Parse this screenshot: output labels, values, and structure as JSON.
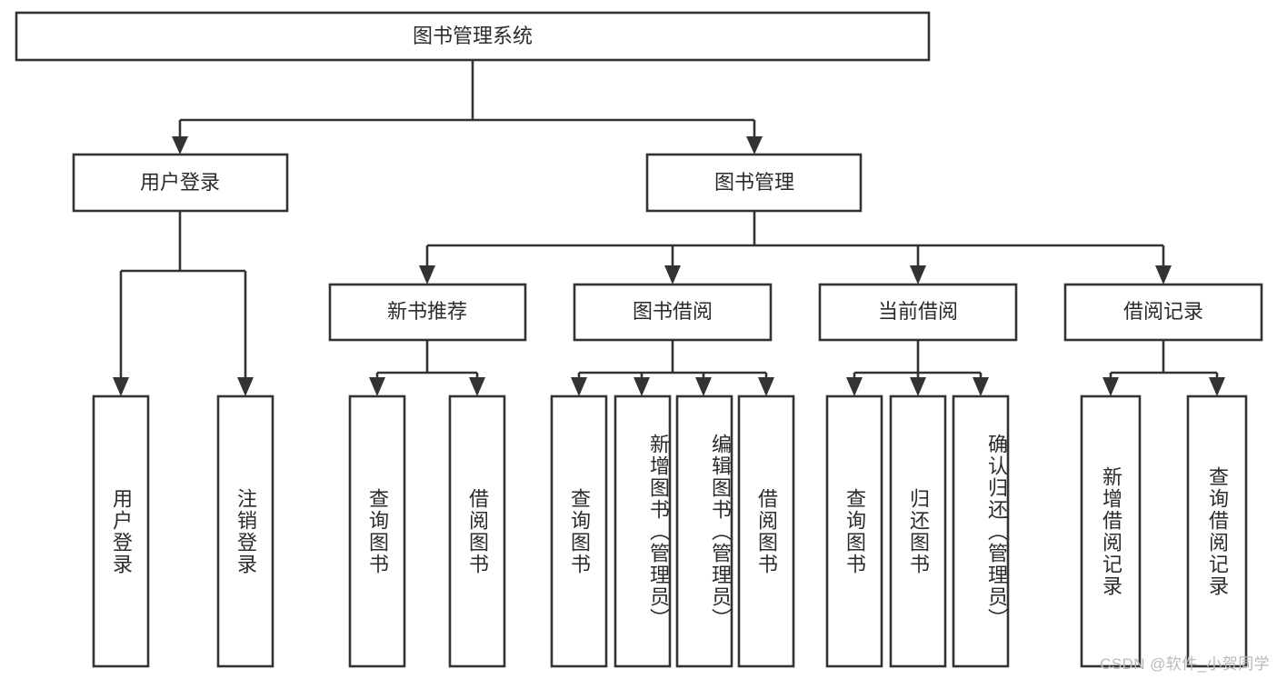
{
  "diagram": {
    "type": "tree-hierarchy",
    "title": "图书管理系统",
    "background_color": "#ffffff",
    "box_stroke_color": "#333333",
    "text_color": "#2b2b2b",
    "levels": 4,
    "root": {
      "label": "图书管理系统",
      "orientation": "horizontal"
    },
    "level2": [
      {
        "label": "用户登录",
        "orientation": "horizontal"
      },
      {
        "label": "图书管理",
        "orientation": "horizontal"
      }
    ],
    "level3": [
      {
        "label": "新书推荐",
        "orientation": "horizontal",
        "parent": "图书管理"
      },
      {
        "label": "图书借阅",
        "orientation": "horizontal",
        "parent": "图书管理"
      },
      {
        "label": "当前借阅",
        "orientation": "horizontal",
        "parent": "图书管理"
      },
      {
        "label": "借阅记录",
        "orientation": "horizontal",
        "parent": "图书管理"
      }
    ],
    "leaves": [
      {
        "label": "用户登录",
        "orientation": "vertical",
        "parent": "用户登录"
      },
      {
        "label": "注销登录",
        "orientation": "vertical",
        "parent": "用户登录"
      },
      {
        "label": "查询图书",
        "orientation": "vertical",
        "parent": "新书推荐"
      },
      {
        "label": "借阅图书",
        "orientation": "vertical",
        "parent": "新书推荐"
      },
      {
        "label": "查询图书",
        "orientation": "vertical",
        "parent": "图书借阅"
      },
      {
        "label": "新增图书（管理员）",
        "orientation": "vertical",
        "parent": "图书借阅"
      },
      {
        "label": "编辑图书（管理员）",
        "orientation": "vertical",
        "parent": "图书借阅"
      },
      {
        "label": "借阅图书",
        "orientation": "vertical",
        "parent": "图书借阅"
      },
      {
        "label": "查询图书",
        "orientation": "vertical",
        "parent": "当前借阅"
      },
      {
        "label": "归还图书",
        "orientation": "vertical",
        "parent": "当前借阅"
      },
      {
        "label": "确认归还（管理员）",
        "orientation": "vertical",
        "parent": "当前借阅"
      },
      {
        "label": "新增借阅记录",
        "orientation": "vertical",
        "parent": "借阅记录"
      },
      {
        "label": "查询借阅记录",
        "orientation": "vertical",
        "parent": "借阅记录"
      }
    ]
  },
  "watermark": {
    "text": "CSDN @软件_小贺同学",
    "color": "#b9b9b9"
  }
}
